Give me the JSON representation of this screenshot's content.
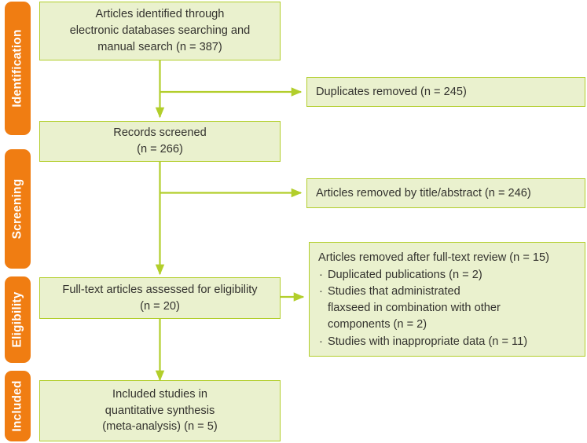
{
  "figure": {
    "type": "prisma-flow-diagram",
    "colors": {
      "stage_tab_fill": "#f07d12",
      "stage_tab_text": "#ffffff",
      "box_fill": "#eaf1ce",
      "box_border": "#b2ce2b",
      "connector": "#b2ce2b",
      "text": "#33322e",
      "background": "#ffffff"
    }
  },
  "stages": [
    {
      "id": "identification",
      "label": "Identification"
    },
    {
      "id": "screening",
      "label": "Screening"
    },
    {
      "id": "eligibility",
      "label": "Eligibility"
    },
    {
      "id": "included",
      "label": "Included"
    }
  ],
  "flow_boxes": [
    {
      "id": "identified",
      "stage": "identification",
      "lines": [
        "Articles identified through",
        "electronic databases searching and",
        "manual search (n = 387)"
      ],
      "n": 387
    },
    {
      "id": "screened",
      "stage": "screening",
      "lines": [
        "Records screened",
        "(n = 266)"
      ],
      "n": 266
    },
    {
      "id": "full_text_assessed",
      "stage": "eligibility",
      "lines": [
        "Full-text articles assessed for eligibility",
        "(n = 20)"
      ],
      "n": 20
    },
    {
      "id": "included_studies",
      "stage": "included",
      "lines": [
        "Included studies in",
        "quantitative synthesis",
        "(meta-analysis) (n = 5)"
      ],
      "n": 5
    }
  ],
  "exclusion_boxes": [
    {
      "id": "duplicates_removed",
      "stage": "identification",
      "text": "Duplicates removed (n = 245)",
      "n": 245
    },
    {
      "id": "removed_title_abstract",
      "stage": "screening",
      "text": "Articles removed by title/abstract (n = 246)",
      "n": 246
    }
  ],
  "full_text_exclusions": {
    "id": "removed_full_text",
    "stage": "eligibility",
    "heading": "Articles removed after full-text review (n = 15)",
    "n": 15,
    "bullet_char": "·",
    "reasons": [
      {
        "lines": [
          "Duplicated publications (n = 2)"
        ],
        "n": 2
      },
      {
        "lines": [
          "Studies that administrated",
          "flaxseed in combination with other",
          "components (n = 2)"
        ],
        "n": 2
      },
      {
        "lines": [
          "Studies with inappropriate data (n = 11)"
        ],
        "n": 11
      }
    ]
  }
}
